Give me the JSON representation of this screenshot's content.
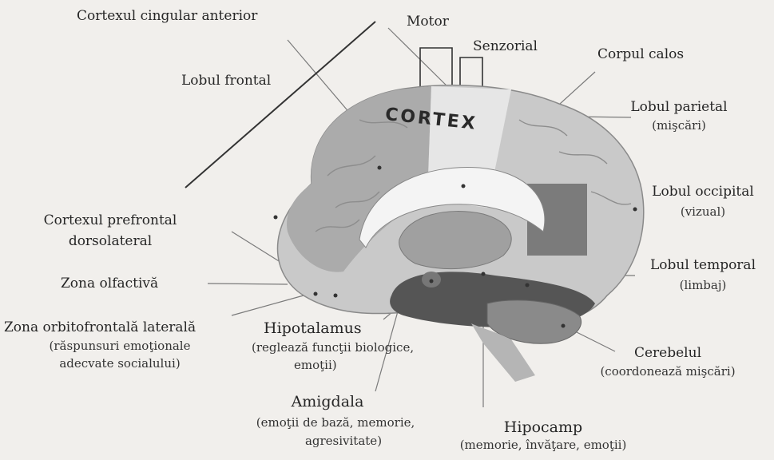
{
  "diagram": {
    "center_label": "CORTEX",
    "labels": {
      "cortex_cingular": "Cortexul cingular anterior",
      "motor": "Motor",
      "senzorial": "Senzorial",
      "corpul_calos": "Corpul calos",
      "lobul_frontal": "Lobul frontal",
      "lobul_parietal": "Lobul parietal",
      "lobul_parietal_note": "(mişcări)",
      "cortex_prefrontal_1": "Cortexul prefrontal",
      "cortex_prefrontal_2": "dorsolateral",
      "lobul_occipital": "Lobul occipital",
      "lobul_occipital_note": "(vizual)",
      "zona_olfactiva": "Zona olfactivă",
      "lobul_temporal": "Lobul temporal",
      "lobul_temporal_note": "(limbaj)",
      "zona_orbitofrontala": "Zona orbitofrontală laterală",
      "zona_orbitofrontala_note_1": "(răspunsuri emoţionale",
      "zona_orbitofrontala_note_2": "adecvate socialului)",
      "hipotalamus": "Hipotalamus",
      "hipotalamus_note_1": "(reglează funcţii biologice,",
      "hipotalamus_note_2": "emoţii)",
      "cerebelul": "Cerebelul",
      "cerebelul_note": "(coordonează mişcări)",
      "amigdala": "Amigdala",
      "amigdala_note_1": "(emoţii de bază, memorie,",
      "amigdala_note_2": "agresivitate)",
      "hipocamp": "Hipocamp",
      "hipocamp_note": "(memorie, învăţare, emoţii)"
    },
    "colors": {
      "background": "#f1efec",
      "cortex_light": "#c9c9c9",
      "cortex_mid": "#a9a9a9",
      "cortex_dark": "#6b6b6b",
      "occipital_block": "#7b7b7b",
      "temporal_dark": "#555555",
      "white_matter": "#f4f4f4",
      "leader_line": "#7a7a7a"
    }
  }
}
